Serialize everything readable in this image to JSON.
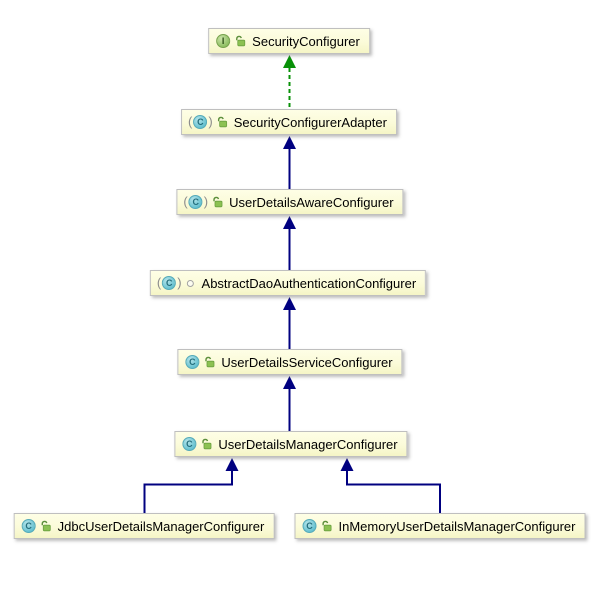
{
  "diagram": {
    "type": "uml-class-hierarchy",
    "icons": {
      "interface_glyph": "I",
      "class_glyph": "C",
      "paren_open": "(",
      "paren_close": ")"
    },
    "colors": {
      "node_fill_top": "#fefee6",
      "node_fill_bottom": "#f5f5c6",
      "node_border": "#bfbfbf",
      "extends_arrow": "#000080",
      "implements_arrow": "#089108",
      "class_icon": "#63c0cf",
      "interface_icon": "#8dbd61",
      "public_lock": "#8cc152",
      "package_local": "#a3a3a3"
    },
    "nodes": [
      {
        "label": "SecurityConfigurer",
        "kind": "interface",
        "visibility": "public",
        "type_icon": "interface-icon",
        "visibility_icon": "public-lock-icon"
      },
      {
        "label": "SecurityConfigurerAdapter",
        "kind": "abstract-class",
        "visibility": "public",
        "type_icon": "abstract-class-icon",
        "visibility_icon": "public-lock-icon"
      },
      {
        "label": "UserDetailsAwareConfigurer",
        "kind": "abstract-class",
        "visibility": "public",
        "type_icon": "abstract-class-icon",
        "visibility_icon": "public-lock-icon"
      },
      {
        "label": "AbstractDaoAuthenticationConfigurer",
        "kind": "abstract-class",
        "visibility": "package-local",
        "type_icon": "abstract-class-icon",
        "visibility_icon": "package-local-icon"
      },
      {
        "label": "UserDetailsServiceConfigurer",
        "kind": "class",
        "visibility": "public",
        "type_icon": "class-icon",
        "visibility_icon": "public-lock-icon"
      },
      {
        "label": "UserDetailsManagerConfigurer",
        "kind": "class",
        "visibility": "public",
        "type_icon": "class-icon",
        "visibility_icon": "public-lock-icon"
      },
      {
        "label": "JdbcUserDetailsManagerConfigurer",
        "kind": "class",
        "visibility": "public",
        "type_icon": "class-icon",
        "visibility_icon": "public-lock-icon"
      },
      {
        "label": "InMemoryUserDetailsManagerConfigurer",
        "kind": "class",
        "visibility": "public",
        "type_icon": "class-icon",
        "visibility_icon": "public-lock-icon"
      }
    ],
    "edges": [
      {
        "from": "SecurityConfigurerAdapter",
        "to": "SecurityConfigurer",
        "type": "implements"
      },
      {
        "from": "UserDetailsAwareConfigurer",
        "to": "SecurityConfigurerAdapter",
        "type": "extends"
      },
      {
        "from": "AbstractDaoAuthenticationConfigurer",
        "to": "UserDetailsAwareConfigurer",
        "type": "extends"
      },
      {
        "from": "UserDetailsServiceConfigurer",
        "to": "AbstractDaoAuthenticationConfigurer",
        "type": "extends"
      },
      {
        "from": "UserDetailsManagerConfigurer",
        "to": "UserDetailsServiceConfigurer",
        "type": "extends"
      },
      {
        "from": "JdbcUserDetailsManagerConfigurer",
        "to": "UserDetailsManagerConfigurer",
        "type": "extends"
      },
      {
        "from": "InMemoryUserDetailsManagerConfigurer",
        "to": "UserDetailsManagerConfigurer",
        "type": "extends"
      }
    ]
  }
}
